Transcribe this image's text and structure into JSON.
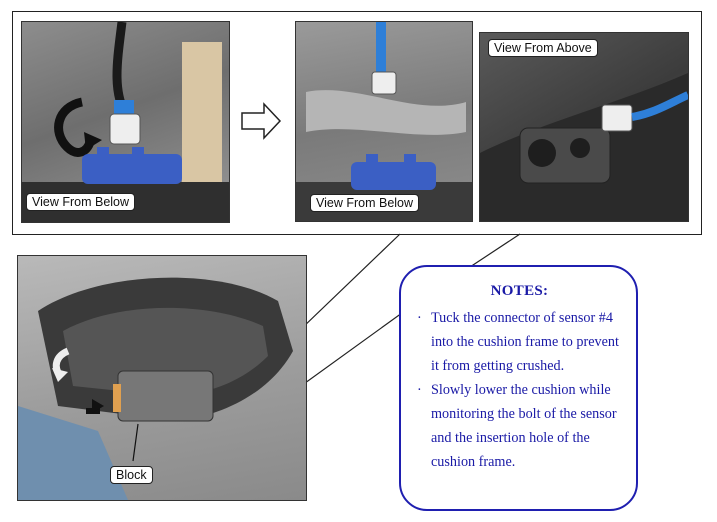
{
  "captions": {
    "top_left": "View From Below",
    "top_middle": "View From Below",
    "top_right": "View From Above",
    "bottom": "Block"
  },
  "notes": {
    "title": "NOTES:",
    "bullet_symbol": "·",
    "items": [
      "Tuck the connector of sensor #4 into the cushion frame to prevent it from getting crushed.",
      "Slowly lower the cushion while monitoring the bolt of the sensor and the insertion hole of the cushion frame."
    ]
  },
  "colors": {
    "notes_blue": "#1a1aa6",
    "connector_blue": "#3b5fc4",
    "tape_blue": "#2e7fd8"
  }
}
